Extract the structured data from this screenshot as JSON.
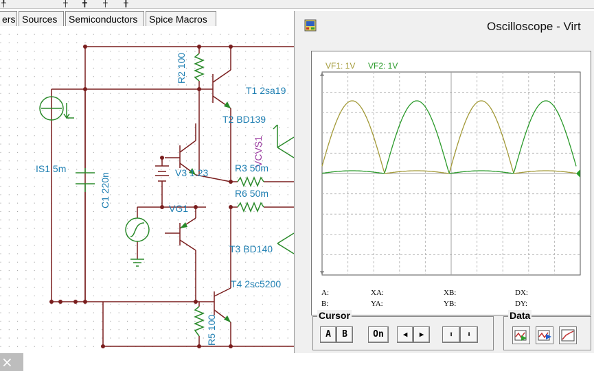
{
  "tabs": [
    "ers",
    "Sources",
    "Semiconductors",
    "Spice Macros"
  ],
  "components": {
    "r2": "R2 100",
    "t1": "T1 2sa19",
    "t2": "T2 BD139",
    "vcvs": "VCVS1",
    "v3": "V3 1.23",
    "r3": "R3 50m",
    "r6": "R6 50m",
    "is1": "IS1 5m",
    "c1": "C1 220n",
    "vg1": "VG1",
    "t3": "T3 BD140",
    "t4": "T4 2sc5200",
    "r5": "R5 100"
  },
  "close_label": "×",
  "oscilloscope": {
    "title": "Oscilloscope - Virt",
    "vf1_label": "VF1: 1V",
    "vf2_label": "VF2: 1V",
    "vf1_color": "#a39a38",
    "vf2_color": "#2a9a2a",
    "readouts": {
      "a": "A:",
      "b": "B:",
      "xa": "XA:",
      "ya": "YA:",
      "xb": "XB:",
      "yb": "YB:",
      "dx": "DX:",
      "dy": "DY:"
    },
    "cursor": {
      "title": "Cursor",
      "a_label": "A",
      "b_label": "B",
      "on_label": "On",
      "left_label": "◀",
      "right_label": "▶",
      "up_label": "⬆",
      "down_label": "⬇"
    },
    "data": {
      "title": "Data"
    }
  }
}
